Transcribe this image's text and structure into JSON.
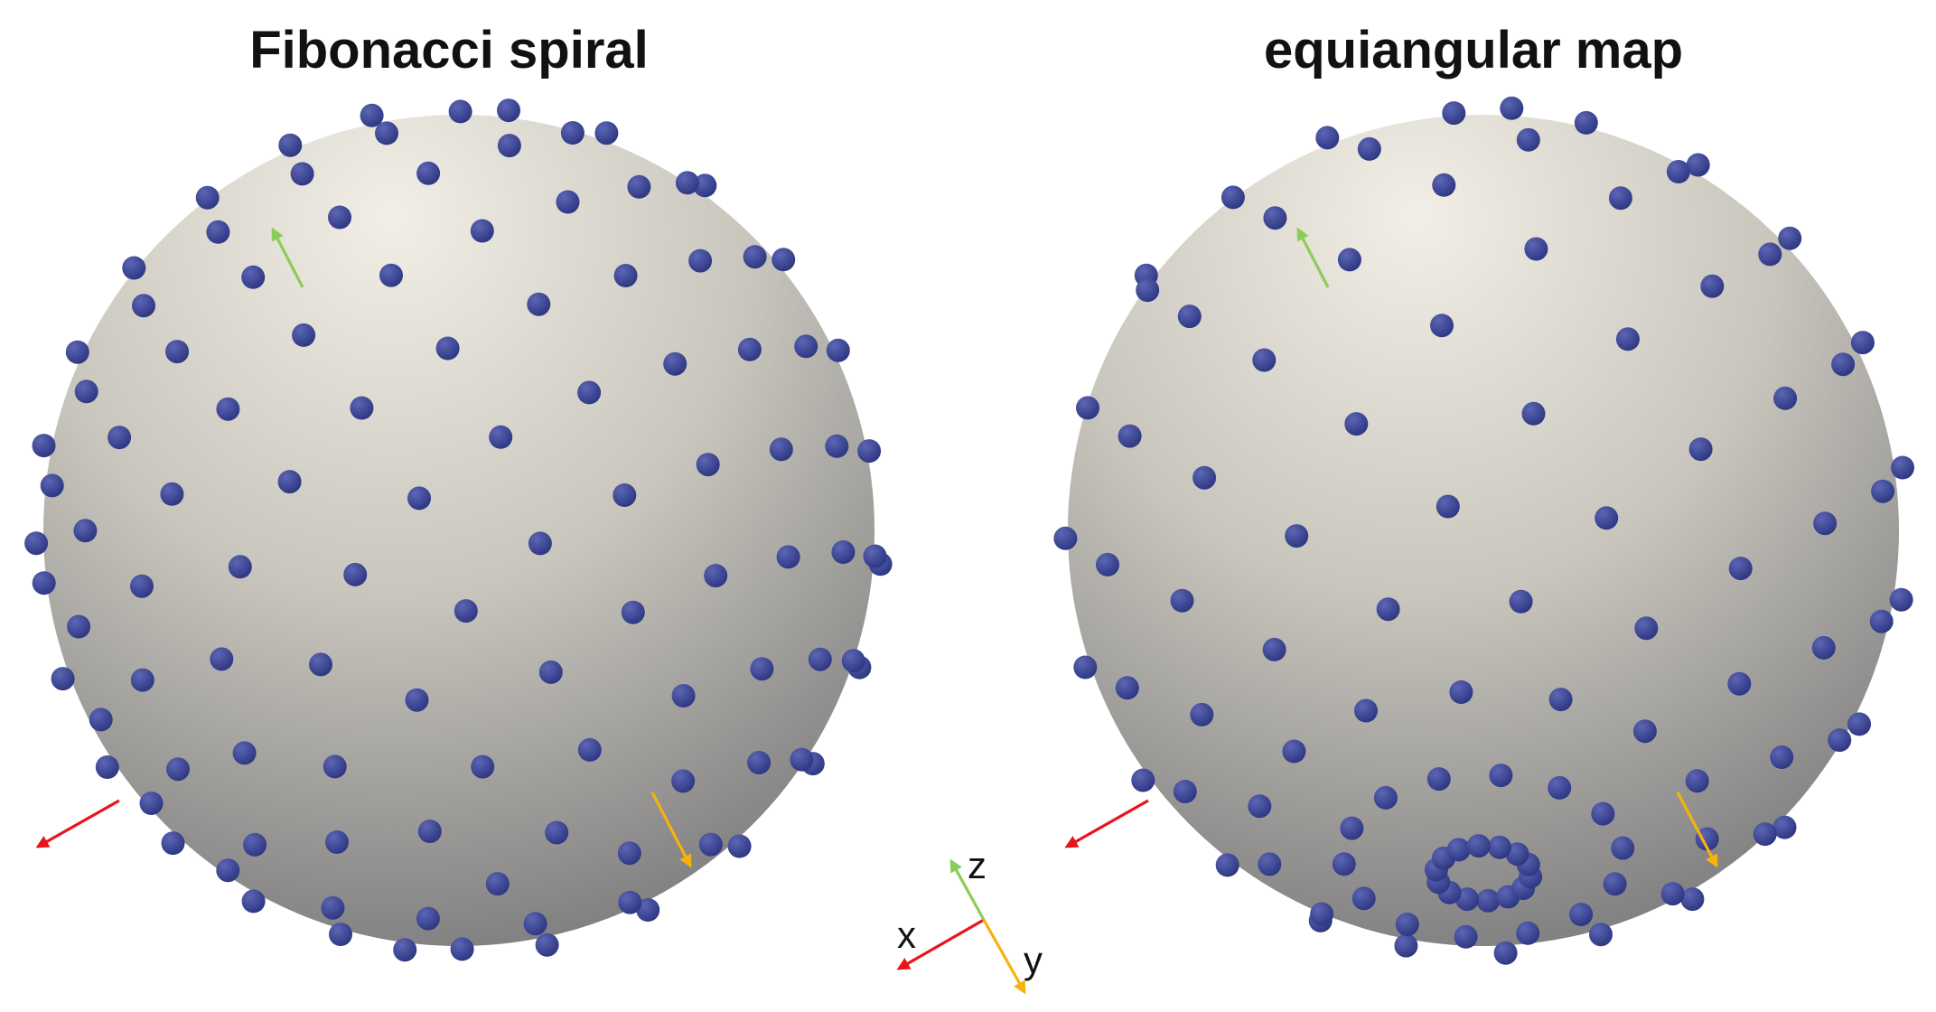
{
  "panels": [
    {
      "title": "Fibonacci spiral",
      "distribution": "fibonacci",
      "point_count": 200
    },
    {
      "title": "equiangular map",
      "distribution": "equiangular",
      "point_count": 200
    }
  ],
  "axis_legend": {
    "x_label": "x",
    "y_label": "y",
    "z_label": "z"
  },
  "colors": {
    "background": "#ffffff",
    "sphere_light": "#f2efe6",
    "sphere_mid": "#c9c6bd",
    "sphere_dark": "#6e6e72",
    "point": "#2c3580",
    "point_highlight": "#5c66b4",
    "axis_x": "#e8141a",
    "axis_y": "#f5b30c",
    "axis_z": "#8ccc58"
  }
}
